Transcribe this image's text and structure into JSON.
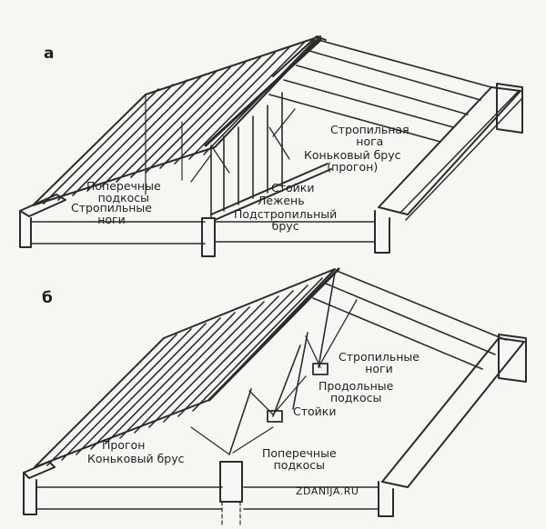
{
  "panel_a": {
    "letter": "а",
    "labels": {
      "stropilnaya_noga": "Стропильная\nнога",
      "konkovy_brus": "Коньковый брус\n(прогон)",
      "poperechnye_podkosy": "Поперечные\nподкосы",
      "stropilnye_nogi": "Стропильные\nноги",
      "stoyki": "Стойки",
      "lezhen": "Лежень",
      "podstropilny_brus": "Подстропильный\nбрус"
    }
  },
  "panel_b": {
    "letter": "б",
    "labels": {
      "stropilnye_nogi": "Стропильные\nноги",
      "prodolnye_podkosy": "Продольные\nподкосы",
      "stoyki": "Стойки",
      "progon": "Прогон",
      "konkovy_brus": "Коньковый брус",
      "poperechnye_podkosy": "Поперечные\nподкосы"
    }
  },
  "watermark": "ZDANIJA.RU"
}
